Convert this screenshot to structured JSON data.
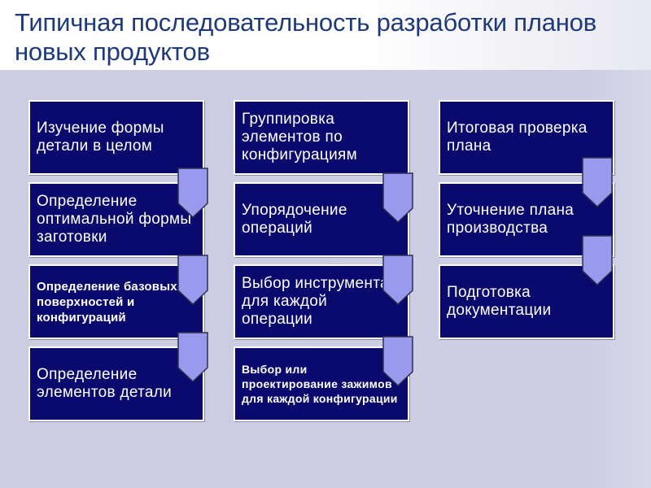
{
  "title": "Типичная последовательность разработки планов новых продуктов",
  "columns": [
    {
      "boxes": [
        "Изучение формы детали в целом",
        "Определение оптимальной формы заготовки",
        "Определение базовых поверхностей и конфигураций",
        "Определение элементов детали"
      ]
    },
    {
      "boxes": [
        "Группировка элементов по конфигурациям",
        "Упорядочение операций",
        "Выбор инструмента для каждой операции",
        "Выбор или проектирование зажимов для каждой конфигурации"
      ]
    },
    {
      "boxes": [
        "Итоговая проверка плана",
        "Уточнение плана производства",
        "Подготовка документации"
      ]
    }
  ],
  "colors": {
    "box_fill": "#0a0a6e",
    "arrow_fill": "#9999ee",
    "background": "#cdcde2",
    "title_text": "#1e3a7a"
  },
  "icons": [
    "down-arrow-icon"
  ]
}
